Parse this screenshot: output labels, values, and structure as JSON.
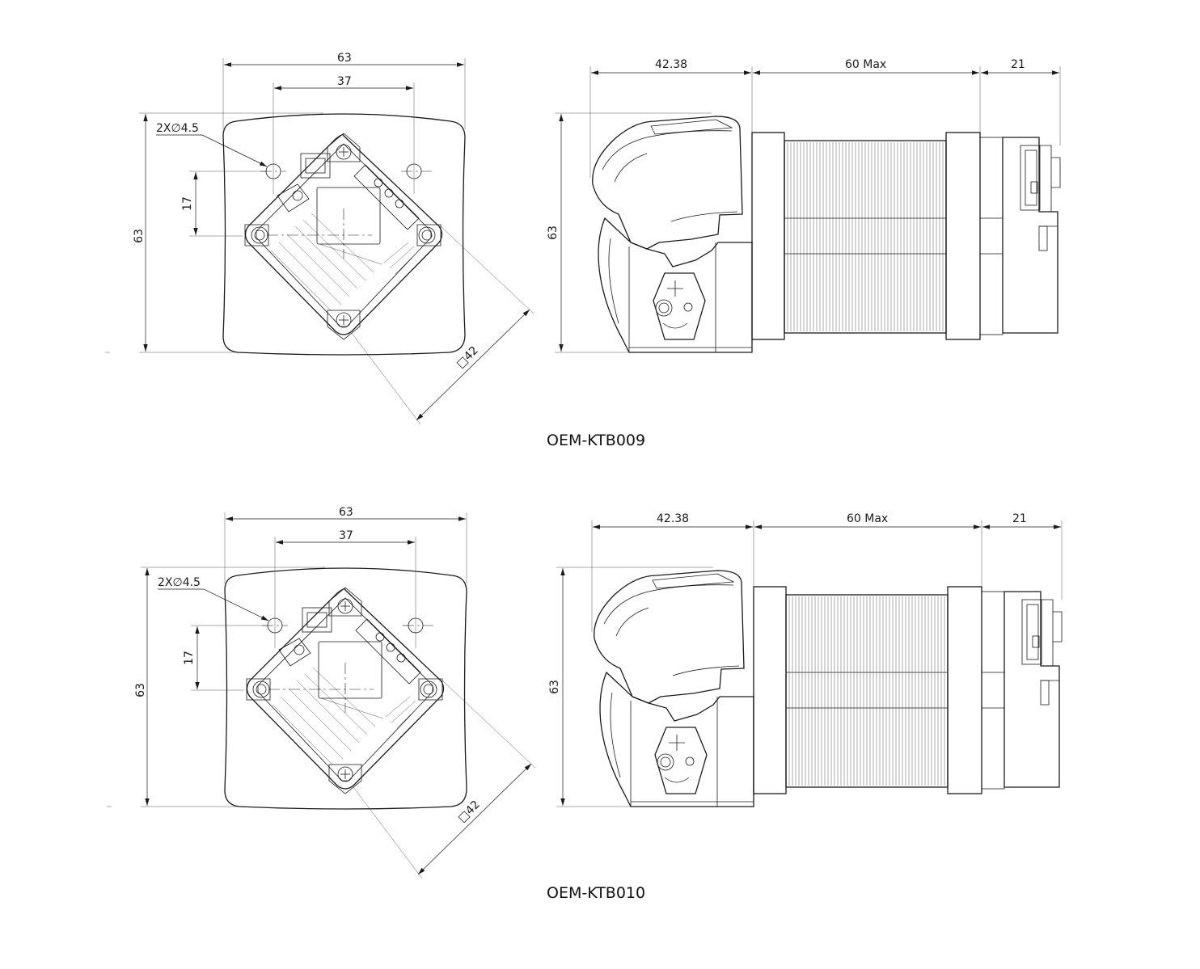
{
  "drawings": [
    {
      "model": "OEM-KTB009",
      "front_view": {
        "width": "63",
        "height": "63",
        "hole_spacing": "37",
        "vertical_offset": "17",
        "holes": "2X∅4.5",
        "flange": "□42"
      },
      "side_view": {
        "front_length": "42.38",
        "body_length": "60 Max",
        "rear_length": "21",
        "height": "63"
      }
    },
    {
      "model": "OEM-KTB010",
      "front_view": {
        "width": "63",
        "height": "63",
        "hole_spacing": "37",
        "vertical_offset": "17",
        "holes": "2X∅4.5",
        "flange": "□42"
      },
      "side_view": {
        "front_length": "42.38",
        "body_length": "60 Max",
        "rear_length": "21",
        "height": "63"
      }
    }
  ]
}
